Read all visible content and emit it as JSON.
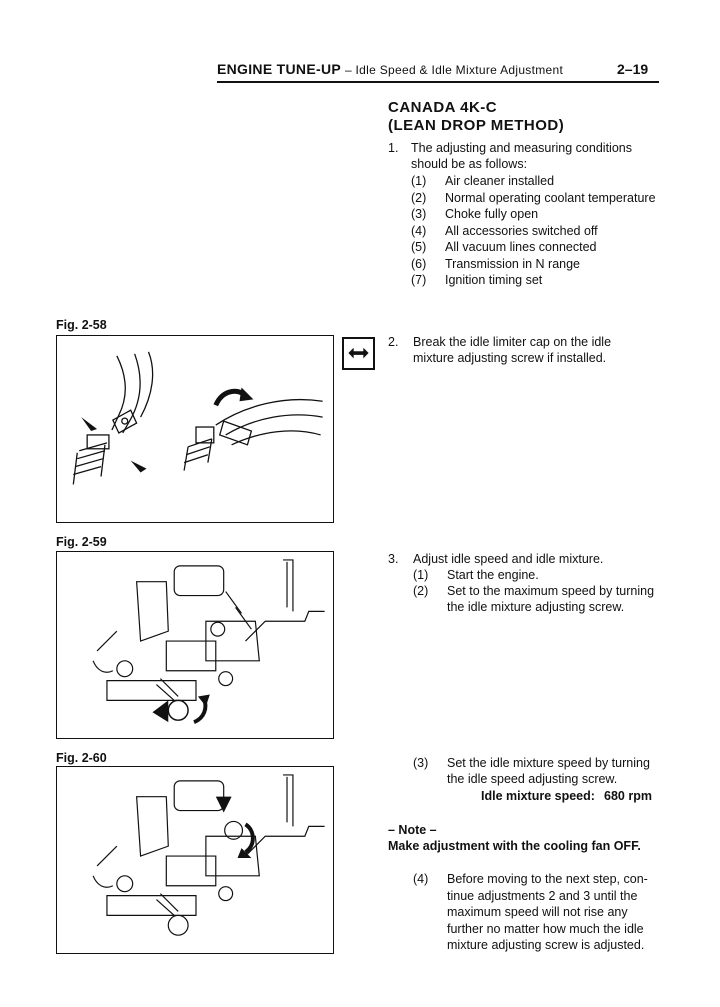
{
  "header": {
    "section": "ENGINE TUNE-UP",
    "subtitle": "– Idle Speed & Idle Mixture Adjustment",
    "page": "2–19"
  },
  "title_line1": "CANADA 4K-C",
  "title_line2": "(LEAN DROP METHOD)",
  "step1": {
    "num": "1.",
    "line1": "The adjusting and measuring conditions",
    "line2": "should be as follows:",
    "conditions": [
      {
        "num": "(1)",
        "text": "Air cleaner installed"
      },
      {
        "num": "(2)",
        "text": "Normal operating coolant temperature"
      },
      {
        "num": "(3)",
        "text": "Choke fully open"
      },
      {
        "num": "(4)",
        "text": "All accessories switched off"
      },
      {
        "num": "(5)",
        "text": "All vacuum lines connected"
      },
      {
        "num": "(6)",
        "text": "Transmission in N range"
      },
      {
        "num": "(7)",
        "text": "Ignition timing set"
      }
    ]
  },
  "figures": {
    "fig58": "Fig. 2-58",
    "fig59": "Fig. 2-59",
    "fig60": "Fig. 2-60"
  },
  "step2": {
    "num": "2.",
    "line1": "Break the idle limiter cap on the idle",
    "line2": "mixture adjusting screw if installed."
  },
  "step3": {
    "num": "3.",
    "text": "Adjust idle speed and idle mixture.",
    "sub1_num": "(1)",
    "sub1": "Start the engine.",
    "sub2_num": "(2)",
    "sub2_line1": "Set to the maximum speed by turning",
    "sub2_line2": "the idle mixture adjusting screw.",
    "sub3_num": "(3)",
    "sub3_line1": "Set the idle mixture speed by turning",
    "sub3_line2": "the idle speed adjusting screw.",
    "spec_label": "Idle mixture speed:",
    "spec_value": "680 rpm"
  },
  "note": {
    "label": "– Note –",
    "text": "Make adjustment with the cooling fan OFF."
  },
  "step4": {
    "num": "(4)",
    "lines": [
      "Before moving to the next step, con-",
      "tinue adjustments 2 and 3 until the",
      "maximum speed will not rise any",
      "further no matter how much the idle",
      "mixture adjusting screw is adjusted."
    ]
  },
  "icons": {
    "fig58_marker": "double-arrow-icon"
  }
}
